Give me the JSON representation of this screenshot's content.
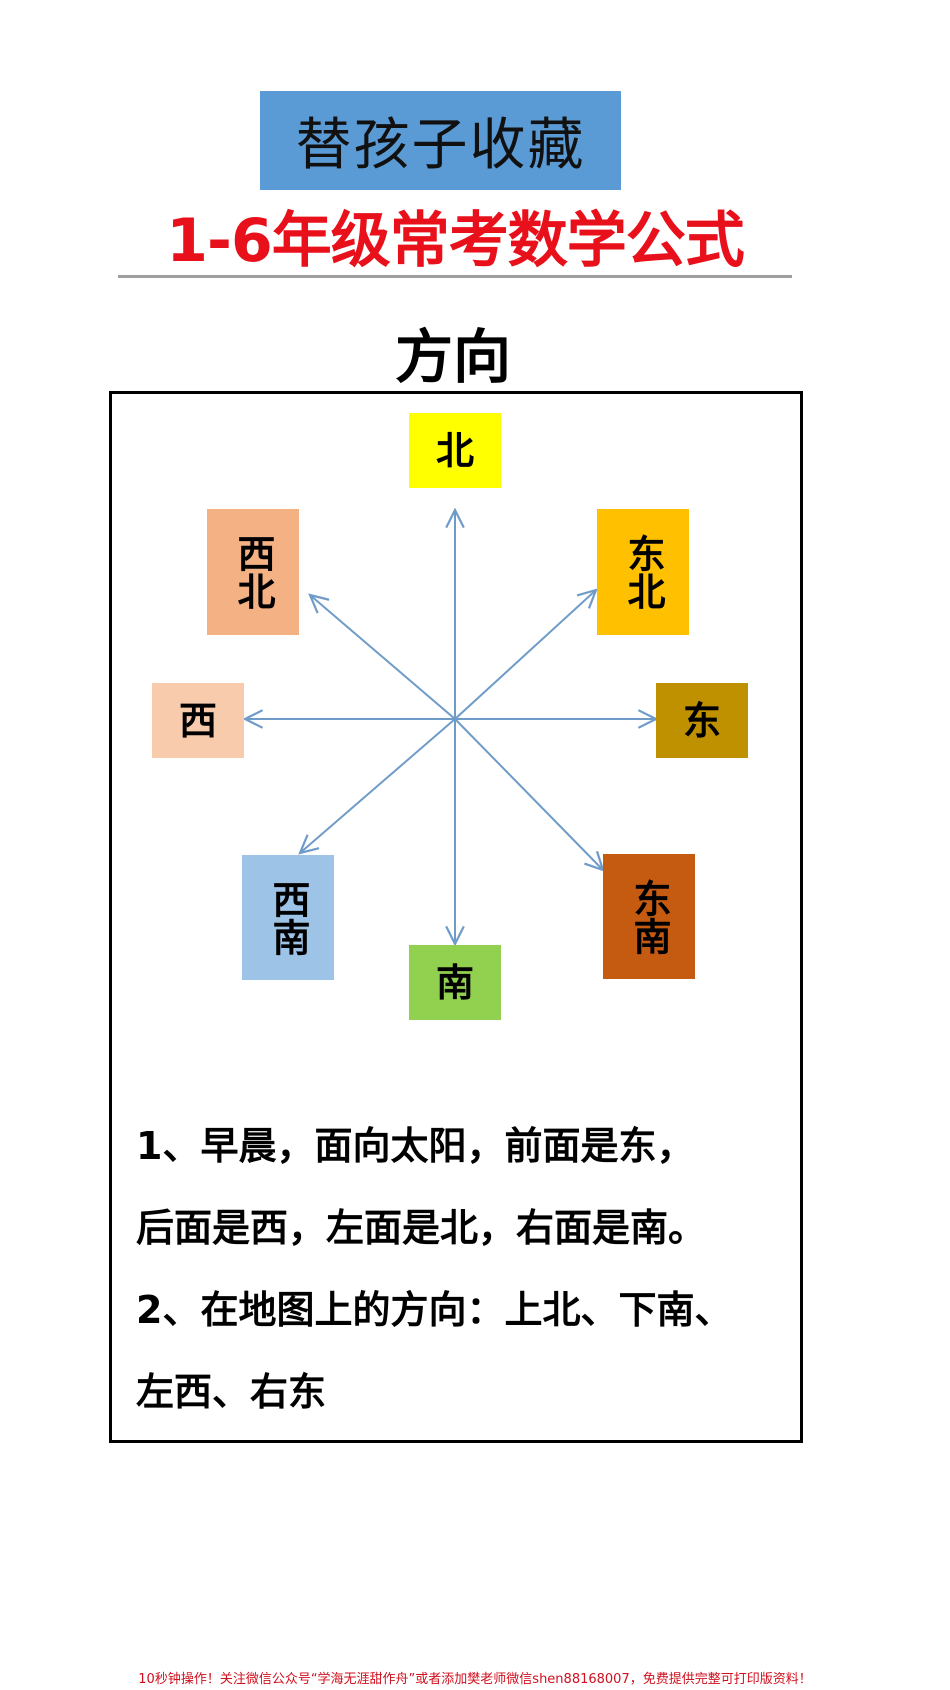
{
  "header": {
    "banner_text": "替孩子收藏",
    "banner_color": "#5b9bd5",
    "headline": "1-6年级常考数学公式",
    "headline_color": "#e8101a"
  },
  "section": {
    "title": "方向"
  },
  "compass": {
    "arrow_color": "#6f9bc8",
    "directions": [
      {
        "id": "north",
        "label": "北",
        "color": "#ffff00"
      },
      {
        "id": "northeast",
        "label": "东北",
        "color": "#ffc000"
      },
      {
        "id": "east",
        "label": "东",
        "color": "#bf9000"
      },
      {
        "id": "southeast",
        "label": "东南",
        "color": "#c55a11"
      },
      {
        "id": "south",
        "label": "南",
        "color": "#92d050"
      },
      {
        "id": "southwest",
        "label": "西南",
        "color": "#9dc3e6"
      },
      {
        "id": "west",
        "label": "西",
        "color": "#f8cbad"
      },
      {
        "id": "northwest",
        "label": "西北",
        "color": "#f4b183"
      }
    ]
  },
  "notes": [
    "1、早晨，面向太阳，前面是东，",
    "后面是西，左面是北，右面是南。",
    "2、在地图上的方向：上北、下南、",
    "左西、右东"
  ],
  "footer": {
    "text": "10秒钟操作！关注微信公众号“学海无涯甜作舟”或者添加樊老师微信shen88168007，免费提供完整可打印版资料！"
  }
}
